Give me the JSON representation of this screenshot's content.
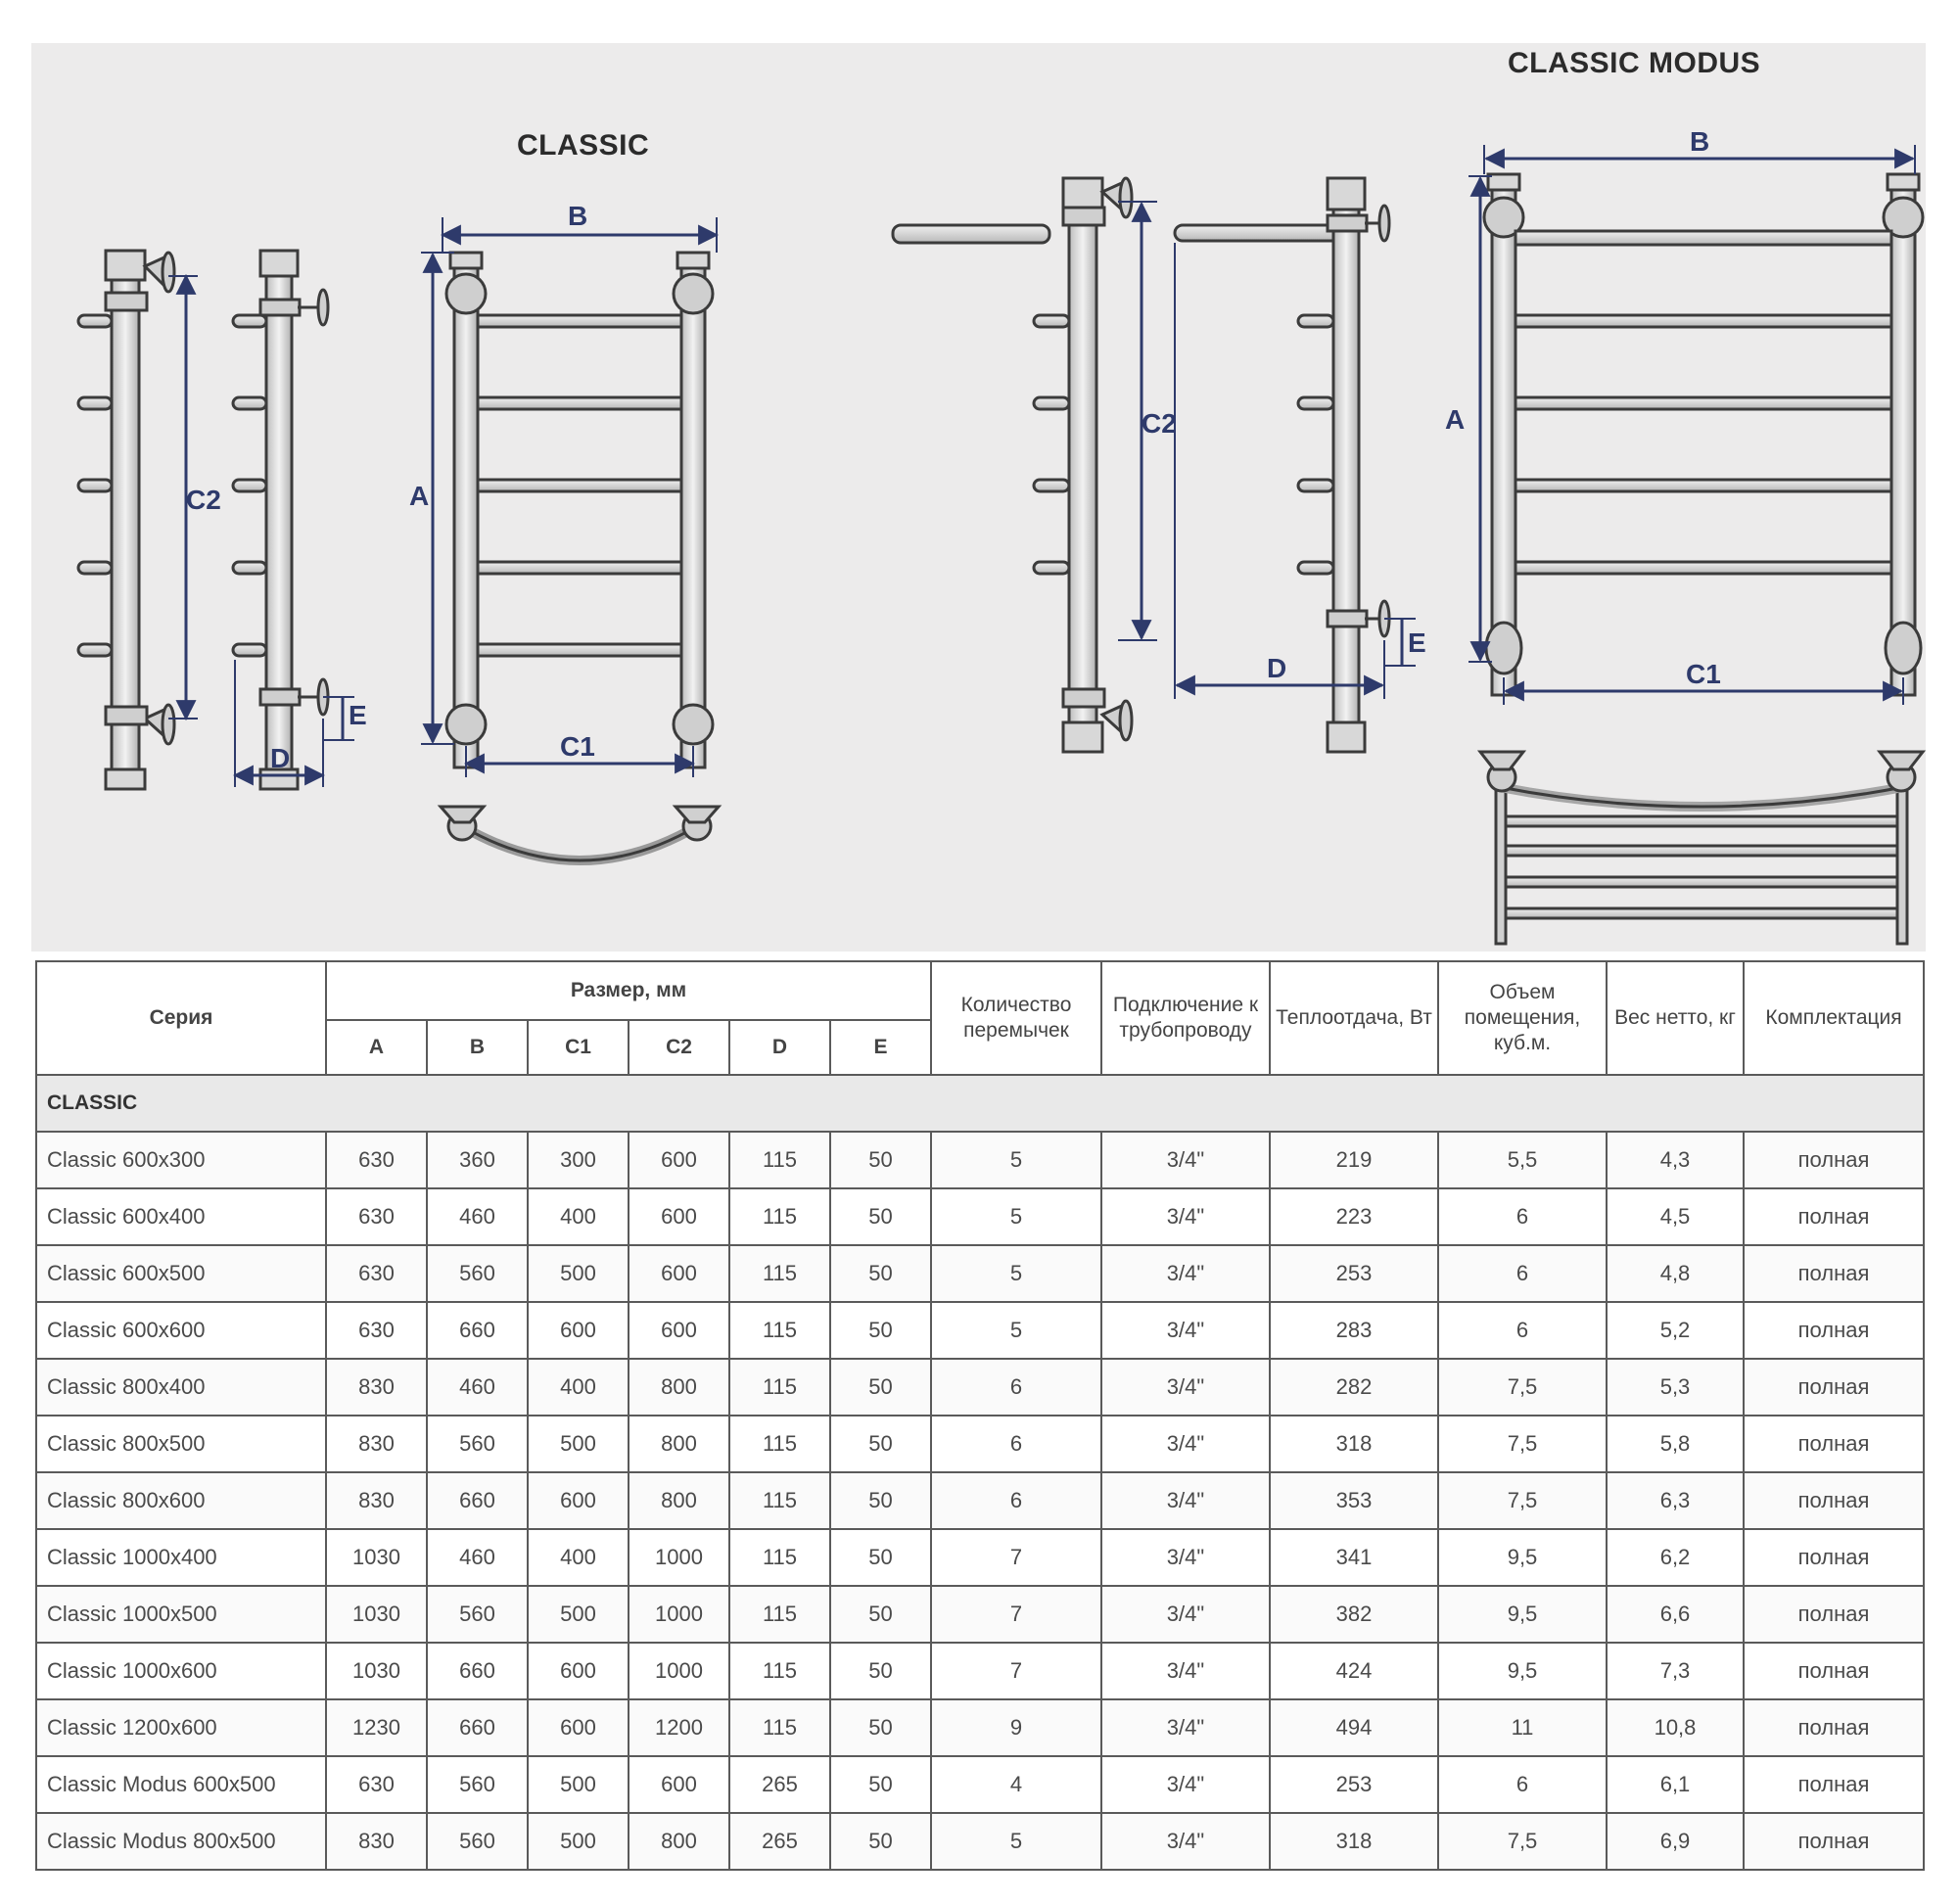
{
  "titles": {
    "classic": "CLASSIC",
    "classic_modus": "CLASSIC MODUS"
  },
  "dimension_labels": {
    "a": "A",
    "b": "B",
    "c1": "C1",
    "c2": "C2",
    "d": "D",
    "e": "E"
  },
  "colors": {
    "dimension_line": "#2e3a6b",
    "rail_fill": "#dcdcdc",
    "rail_stroke": "#3b3b3b",
    "drawing_background": "#ecebeb"
  },
  "table": {
    "header": {
      "series": "Серия",
      "size_group": "Размер, мм",
      "dims": [
        "A",
        "B",
        "C1",
        "C2",
        "D",
        "E"
      ],
      "bars": "Количество перемычек",
      "connection": "Подключение к трубопроводу",
      "heat": "Теплоотдача, Вт",
      "room_volume": "Объем помещения, куб.м.",
      "weight": "Вес нетто, кг",
      "kit": "Комплектация"
    },
    "section_label": "CLASSIC",
    "rows": [
      {
        "name": "Classic 600x300",
        "a": "630",
        "b": "360",
        "c1": "300",
        "c2": "600",
        "d": "115",
        "e": "50",
        "bars": "5",
        "conn": "3/4\"",
        "heat": "219",
        "vol": "5,5",
        "weight": "4,3",
        "kit": "полная"
      },
      {
        "name": "Classic 600x400",
        "a": "630",
        "b": "460",
        "c1": "400",
        "c2": "600",
        "d": "115",
        "e": "50",
        "bars": "5",
        "conn": "3/4\"",
        "heat": "223",
        "vol": "6",
        "weight": "4,5",
        "kit": "полная"
      },
      {
        "name": "Classic 600x500",
        "a": "630",
        "b": "560",
        "c1": "500",
        "c2": "600",
        "d": "115",
        "e": "50",
        "bars": "5",
        "conn": "3/4\"",
        "heat": "253",
        "vol": "6",
        "weight": "4,8",
        "kit": "полная"
      },
      {
        "name": "Classic 600x600",
        "a": "630",
        "b": "660",
        "c1": "600",
        "c2": "600",
        "d": "115",
        "e": "50",
        "bars": "5",
        "conn": "3/4\"",
        "heat": "283",
        "vol": "6",
        "weight": "5,2",
        "kit": "полная"
      },
      {
        "name": "Classic 800x400",
        "a": "830",
        "b": "460",
        "c1": "400",
        "c2": "800",
        "d": "115",
        "e": "50",
        "bars": "6",
        "conn": "3/4\"",
        "heat": "282",
        "vol": "7,5",
        "weight": "5,3",
        "kit": "полная"
      },
      {
        "name": "Classic 800x500",
        "a": "830",
        "b": "560",
        "c1": "500",
        "c2": "800",
        "d": "115",
        "e": "50",
        "bars": "6",
        "conn": "3/4\"",
        "heat": "318",
        "vol": "7,5",
        "weight": "5,8",
        "kit": "полная"
      },
      {
        "name": "Classic 800x600",
        "a": "830",
        "b": "660",
        "c1": "600",
        "c2": "800",
        "d": "115",
        "e": "50",
        "bars": "6",
        "conn": "3/4\"",
        "heat": "353",
        "vol": "7,5",
        "weight": "6,3",
        "kit": "полная"
      },
      {
        "name": "Classic 1000x400",
        "a": "1030",
        "b": "460",
        "c1": "400",
        "c2": "1000",
        "d": "115",
        "e": "50",
        "bars": "7",
        "conn": "3/4\"",
        "heat": "341",
        "vol": "9,5",
        "weight": "6,2",
        "kit": "полная"
      },
      {
        "name": "Classic 1000x500",
        "a": "1030",
        "b": "560",
        "c1": "500",
        "c2": "1000",
        "d": "115",
        "e": "50",
        "bars": "7",
        "conn": "3/4\"",
        "heat": "382",
        "vol": "9,5",
        "weight": "6,6",
        "kit": "полная"
      },
      {
        "name": "Classic 1000x600",
        "a": "1030",
        "b": "660",
        "c1": "600",
        "c2": "1000",
        "d": "115",
        "e": "50",
        "bars": "7",
        "conn": "3/4\"",
        "heat": "424",
        "vol": "9,5",
        "weight": "7,3",
        "kit": "полная"
      },
      {
        "name": "Classic 1200x600",
        "a": "1230",
        "b": "660",
        "c1": "600",
        "c2": "1200",
        "d": "115",
        "e": "50",
        "bars": "9",
        "conn": "3/4\"",
        "heat": "494",
        "vol": "11",
        "weight": "10,8",
        "kit": "полная"
      },
      {
        "name": "Classic Modus 600x500",
        "a": "630",
        "b": "560",
        "c1": "500",
        "c2": "600",
        "d": "265",
        "e": "50",
        "bars": "4",
        "conn": "3/4\"",
        "heat": "253",
        "vol": "6",
        "weight": "6,1",
        "kit": "полная"
      },
      {
        "name": "Classic Modus 800x500",
        "a": "830",
        "b": "560",
        "c1": "500",
        "c2": "800",
        "d": "265",
        "e": "50",
        "bars": "5",
        "conn": "3/4\"",
        "heat": "318",
        "vol": "7,5",
        "weight": "6,9",
        "kit": "полная"
      }
    ]
  }
}
